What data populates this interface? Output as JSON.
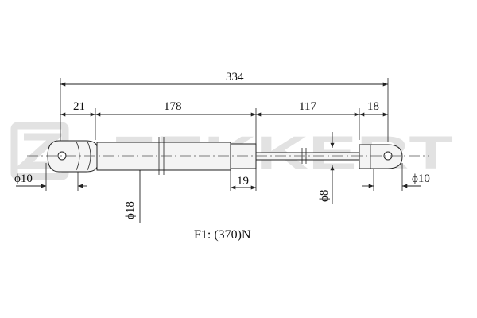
{
  "watermark": {
    "text": "ZEKKERT",
    "color": "#e2e2e2"
  },
  "dimensions": {
    "total_length": "334",
    "left_end": "21",
    "body": "178",
    "rod": "117",
    "right_end": "18",
    "step": "19",
    "left_eye_dia": "ϕ10",
    "right_eye_dia": "ϕ10",
    "body_dia": "ϕ18",
    "rod_dia": "ϕ8"
  },
  "force_label": "F1:  (370)N",
  "colors": {
    "line": "#222222",
    "part": "#f4f4f4",
    "center": "#555555"
  }
}
